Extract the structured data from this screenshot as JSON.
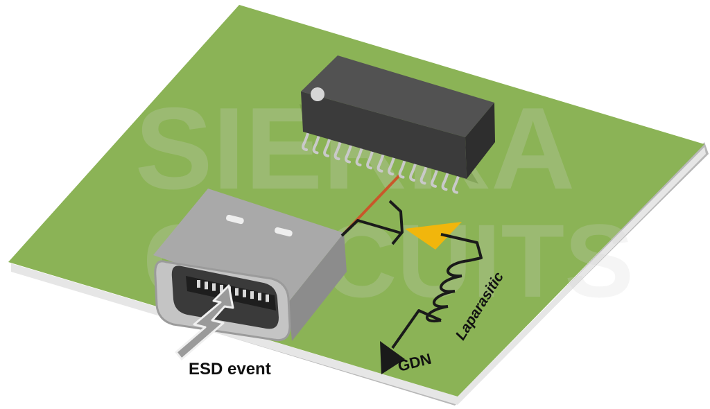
{
  "watermark": {
    "line1": "SIERRA",
    "line2": "CIRCUITS"
  },
  "labels": {
    "esd_event": "ESD event",
    "inductor": "Laparasitic",
    "ground": "GDN"
  },
  "colors": {
    "board_top": "#8bb356",
    "board_edge_light": "#ffffff",
    "board_edge_shadow": "#b8b8b8",
    "chip_body": "#404040",
    "chip_top": "#525252",
    "pins": "#c9c9c9",
    "connector_shell": "#a7a7a7",
    "trace": "#c9572a",
    "diode": "#f1b60c",
    "circuit_wire": "#1a1a1a",
    "arrow": "#9a9a9a"
  },
  "icons": {
    "ic_chip": "ic-chip-icon",
    "connector": "usb-c-connector-icon",
    "tvs_diode": "tvs-diode-icon",
    "esd_arrow": "lightning-arrow-icon",
    "ground_arrow": "ground-arrow-icon"
  }
}
